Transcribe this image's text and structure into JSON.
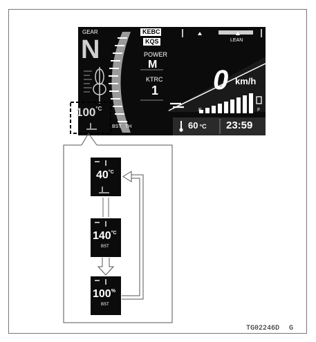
{
  "dashboard": {
    "gear_label": "GEAR",
    "gear_value": "N",
    "kebc_label": "KEBC",
    "kqs_label": "KQS",
    "power_label": "POWER",
    "power_value": "M",
    "ktrc_label": "KTRC",
    "ktrc_value": "1",
    "lean_label": "LEAN",
    "speed_value": "0",
    "speed_unit": "km/h",
    "tach_bst": "BST",
    "tach_th": "TH",
    "fuel_empty": "E",
    "fuel_full": "F",
    "ambient_temp": "60",
    "ambient_unit": "°C",
    "clock": "23:59",
    "selected_value": "100",
    "selected_unit": "°C"
  },
  "cycle": [
    {
      "value": "40",
      "unit": "°C",
      "sub": ""
    },
    {
      "value": "140",
      "unit": "°C",
      "sub": "BST"
    },
    {
      "value": "100",
      "unit": "%",
      "sub": "BST"
    }
  ],
  "figure_code": "TG02246D",
  "figure_rev": "G"
}
